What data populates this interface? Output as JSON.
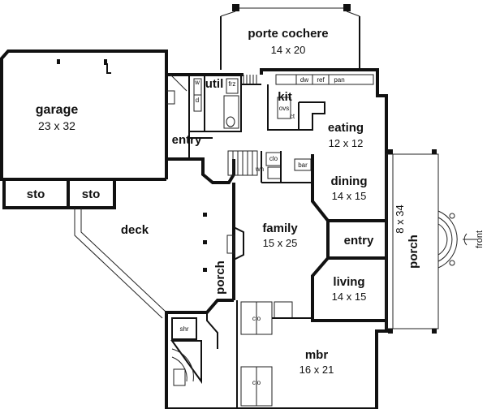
{
  "rooms": {
    "porte_cochere": {
      "name": "porte cochere",
      "dim": "14 x 20"
    },
    "garage": {
      "name": "garage",
      "dim": "23 x 32"
    },
    "util": {
      "name": "util"
    },
    "kit": {
      "name": "kit"
    },
    "eating": {
      "name": "eating",
      "dim": "12 x 12"
    },
    "entry_garage": {
      "name": "entry"
    },
    "sto_left": {
      "name": "sto"
    },
    "sto_right": {
      "name": "sto"
    },
    "dining": {
      "name": "dining",
      "dim": "14 x 15"
    },
    "family": {
      "name": "family",
      "dim": "15 x 25"
    },
    "deck": {
      "name": "deck"
    },
    "entry_main": {
      "name": "entry"
    },
    "living": {
      "name": "living",
      "dim": "14 x 15"
    },
    "porch_side": {
      "name": "porch"
    },
    "porch_front": {
      "name": "porch",
      "dim": "8 x 34"
    },
    "mbr": {
      "name": "mbr",
      "dim": "16 x 21"
    }
  },
  "fixtures": {
    "frz": "frz",
    "w": "w",
    "d": "d",
    "dw": "dw",
    "ref": "ref",
    "pan": "pan",
    "ovs": "ovs",
    "ct": "ct",
    "clo_hall": "clo",
    "wh": "wh",
    "bar": "bar",
    "shr": "shr",
    "clo_mbr_top": "clo",
    "clo_mbr_bottom": "clo"
  },
  "labels": {
    "front": "front"
  }
}
